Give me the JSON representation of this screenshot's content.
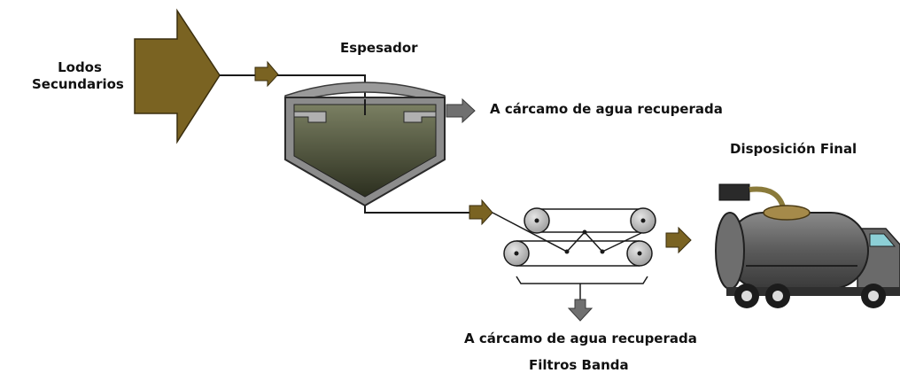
{
  "labels": {
    "source_line1": "Lodos",
    "source_line2": "Secundarios",
    "thickener": "Espesador",
    "recovered_water_top": "A cárcamo de agua recuperada",
    "final_disposal": "Disposición Final",
    "recovered_water_bottom": "A cárcamo de agua recuperada",
    "belt_filters": "Filtros Banda"
  },
  "colors": {
    "sludge_arrow": "#7a6322",
    "water_arrow": "#707070",
    "sludge_liquid": "#3a3d2a",
    "tank_body": "#5f5f5f",
    "tank_dome": "#a58a4a",
    "cab_window": "#8ccfd6",
    "roller": "#bdbdbd",
    "line": "#1a1a1a"
  },
  "icons": {
    "source": "big-block-arrow-icon",
    "flow": "flow-arrow-icon",
    "roller": "roller-icon",
    "truck": "tank-truck-icon"
  }
}
